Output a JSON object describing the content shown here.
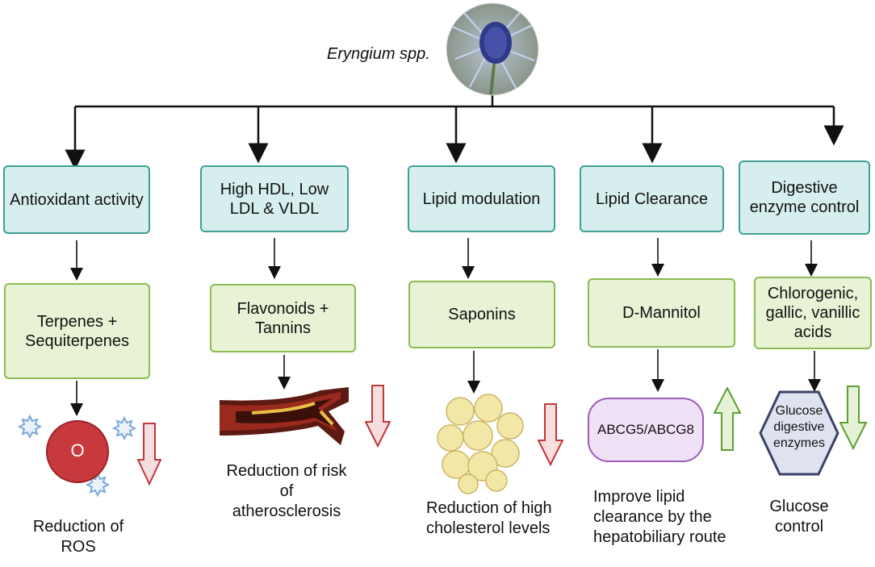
{
  "title": "Eryngium spp.",
  "icons": {
    "plant": "eryngium-thistle-photo",
    "ros": "red-oxygen-radical",
    "artery": "plaque-artery",
    "fat": "fat-cells",
    "down_arrow": "down-arrow-outline",
    "up_arrow": "up-arrow-outline"
  },
  "colors": {
    "teal_box": "#d6efee",
    "teal_border": "#3f9e96",
    "green_box": "#e8f3d6",
    "green_border": "#8cbb52",
    "down_arrow": "#c0373c",
    "up_arrow": "#5e9e2f"
  },
  "columns": [
    {
      "effect": "Antioxidant activity",
      "compound": "Terpenes + Sequiterpenes",
      "outcome": "Reduction of ROS",
      "visual_text": "O",
      "trend": "down"
    },
    {
      "effect": "High HDL, Low LDL & VLDL",
      "compound": "Flavonoids + Tannins",
      "outcome": "Reduction of risk of atherosclerosis",
      "trend": "down"
    },
    {
      "effect": "Lipid modulation",
      "compound": "Saponins",
      "outcome": "Reduction of high cholesterol levels",
      "trend": "down"
    },
    {
      "effect": "Lipid Clearance",
      "compound": "D-Mannitol",
      "outcome": "Improve lipid clearance by the hepatobiliary route",
      "visual_text": "ABCG5/ABCG8",
      "trend": "up"
    },
    {
      "effect": "Digestive enzyme control",
      "compound": "Chlorogenic, gallic, vanillic acids",
      "outcome": "Glucose control",
      "visual_text": "Glucose digestive enzymes",
      "trend": "down"
    }
  ]
}
